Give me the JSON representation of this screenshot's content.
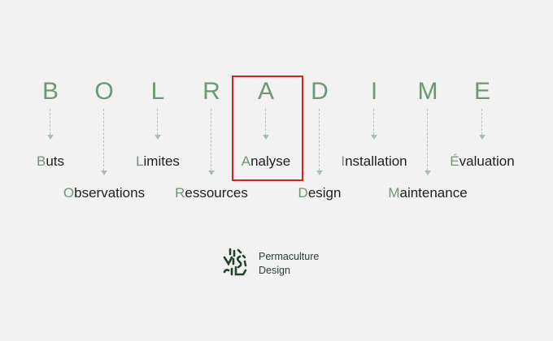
{
  "diagram": {
    "acronym": "BOLRADIME",
    "colors": {
      "accent": "#6e9774",
      "arrow": "#b3c4b5",
      "highlight": "#d0271c",
      "text": "#1e1e1e",
      "background": "#f2f2f2"
    },
    "steps": [
      {
        "letter": "B",
        "initial": "B",
        "rest": "uts",
        "word": "Buts",
        "row": 1
      },
      {
        "letter": "O",
        "initial": "O",
        "rest": "bservations",
        "word": "Observations",
        "row": 2
      },
      {
        "letter": "L",
        "initial": "L",
        "rest": "imites",
        "word": "Limites",
        "row": 1
      },
      {
        "letter": "R",
        "initial": "R",
        "rest": "essources",
        "word": "Ressources",
        "row": 2
      },
      {
        "letter": "A",
        "initial": "A",
        "rest": "nalyse",
        "word": "Analyse",
        "row": 1,
        "highlighted": true
      },
      {
        "letter": "D",
        "initial": "D",
        "rest": "esign",
        "word": "Design",
        "row": 2
      },
      {
        "letter": "I",
        "initial": "I",
        "rest": "nstallation",
        "word": "Installation",
        "row": 1
      },
      {
        "letter": "M",
        "initial": "M",
        "rest": "aintenance",
        "word": "Maintenance",
        "row": 2
      },
      {
        "letter": "E",
        "initial": "É",
        "rest": "valuation",
        "word": "Évaluation",
        "row": 1
      }
    ]
  },
  "logo": {
    "icon": "permaculture-glyph-icon",
    "line1": "Permaculture",
    "line2": "Design"
  }
}
